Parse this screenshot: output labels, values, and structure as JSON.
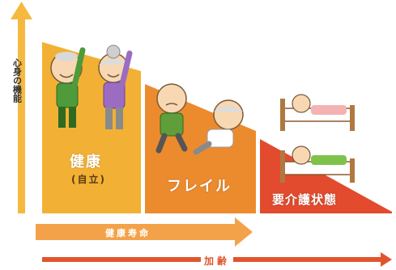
{
  "axis": {
    "vertical_label": "心身の機能"
  },
  "stages": [
    {
      "title": "健康",
      "subtitle": "(自立)",
      "color": "#F2B134"
    },
    {
      "title": "フレイル",
      "color": "#EB8A2C"
    },
    {
      "title": "要介護状態",
      "color": "#E24B2E"
    }
  ],
  "arrows": {
    "lifespan_label": "健康寿命",
    "lifespan_color": "#F39A3B",
    "aging_label": "加齢",
    "aging_color": "#E0552E",
    "function_axis_color": "#F2B134"
  }
}
